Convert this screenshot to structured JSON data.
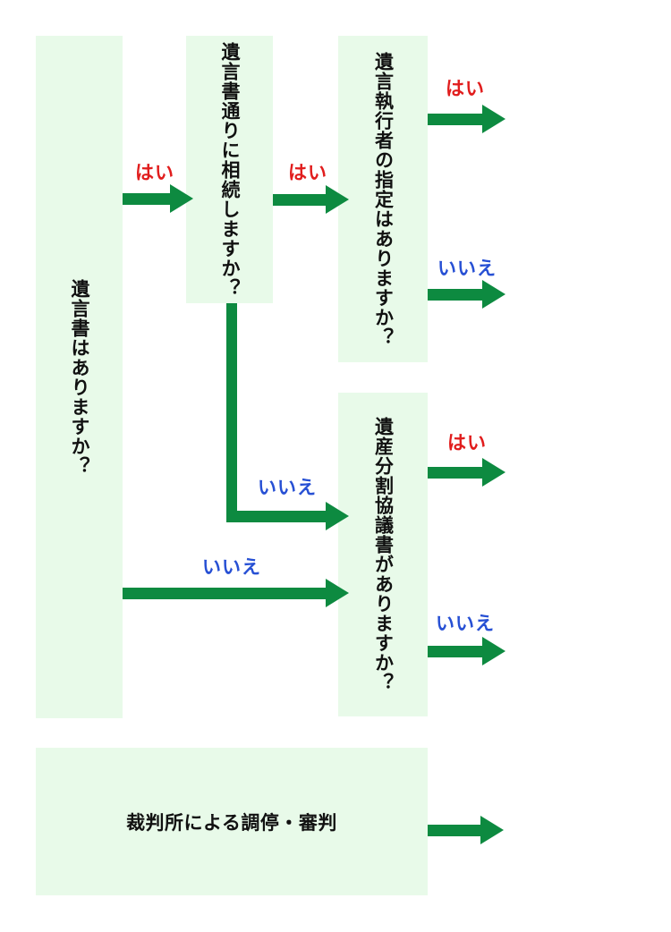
{
  "diagram": {
    "type": "flowchart",
    "language": "ja",
    "boxes": [
      {
        "id": "q1",
        "text": "遺言書はありますか？",
        "orientation": "vertical"
      },
      {
        "id": "q2",
        "text": "遺言書通りに相続しますか？",
        "orientation": "vertical"
      },
      {
        "id": "q3",
        "text": "遺言執行者の指定はありますか？",
        "orientation": "vertical"
      },
      {
        "id": "q4",
        "text": "遺産分割協議書がありますか？",
        "orientation": "vertical"
      },
      {
        "id": "court",
        "text": "裁判所による調停・審判",
        "orientation": "horizontal"
      }
    ],
    "labels": {
      "yes": "はい",
      "no": "いいえ"
    },
    "edges": [
      {
        "from": "q1",
        "to": "q2",
        "label": "はい",
        "label_color": "red"
      },
      {
        "from": "q2",
        "to": "q3",
        "label": "はい",
        "label_color": "red"
      },
      {
        "from": "q3",
        "to": "exit-right",
        "label": "はい",
        "label_color": "red"
      },
      {
        "from": "q3",
        "to": "exit-right",
        "label": "いいえ",
        "label_color": "blue"
      },
      {
        "from": "q2",
        "to": "q4",
        "label": "いいえ",
        "label_color": "blue",
        "shape": "elbow-down-right"
      },
      {
        "from": "q1",
        "to": "q4",
        "label": "いいえ",
        "label_color": "blue"
      },
      {
        "from": "q4",
        "to": "exit-right",
        "label": "はい",
        "label_color": "red"
      },
      {
        "from": "q4",
        "to": "exit-right",
        "label": "いいえ",
        "label_color": "blue"
      },
      {
        "from": "court",
        "to": "exit-right",
        "label": "",
        "label_color": ""
      }
    ],
    "colors": {
      "box_fill": "#e8fae9",
      "arrow_green": "#0d8a40",
      "yes_red": "#e11d1d",
      "no_blue": "#2750d4",
      "text_black": "#111111"
    }
  }
}
